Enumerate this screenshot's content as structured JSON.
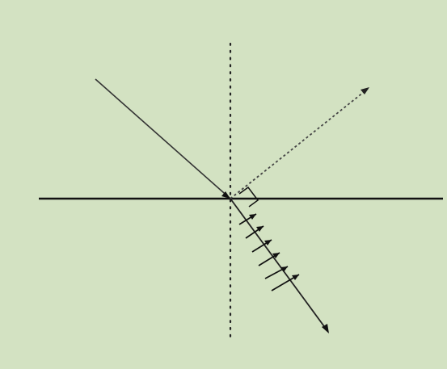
{
  "diagram": {
    "background_color": "#d3e2c2",
    "ink_color": "#111111",
    "dotted_color": "#222222",
    "dashed_color": "#333333",
    "elements": [
      "surface-line",
      "normal-dotted-line",
      "incident-ray",
      "reflected-ray-dashed",
      "refracted-ray",
      "right-angle-marker",
      "tick-marks-arrowheads"
    ]
  }
}
